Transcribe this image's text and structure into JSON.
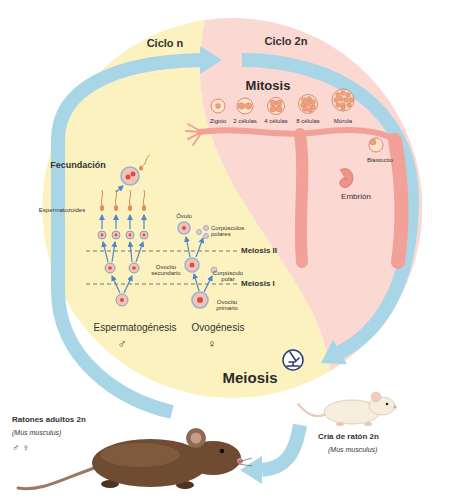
{
  "diagram": {
    "nodes": [
      {
        "text": [
          "Ciclo n",
          "Fecundación",
          "Espermatozoides",
          "Óvulo",
          "Corpúsculos polares",
          "Meiosis II",
          "Ovocito secundario",
          "Corpúsculo polar",
          "Meiosis I",
          "Ovocito primario",
          "Espermatogénesis",
          "Ovogénesis",
          "♂",
          "♀",
          "Meiosis"
        ]
      },
      {
        "text": [
          "Ciclo 2n",
          "Mitosis",
          "Zigoto",
          "2 células",
          "4 células",
          "8 células",
          "Mórula",
          "Blastocito",
          "Embrión"
        ]
      }
    ],
    "labels": [
      "Ratones adultos 2n",
      "(Mus musculus)",
      "♂ ♀",
      "Cría de ratón 2n",
      "(Mus musculus)"
    ]
  }
}
